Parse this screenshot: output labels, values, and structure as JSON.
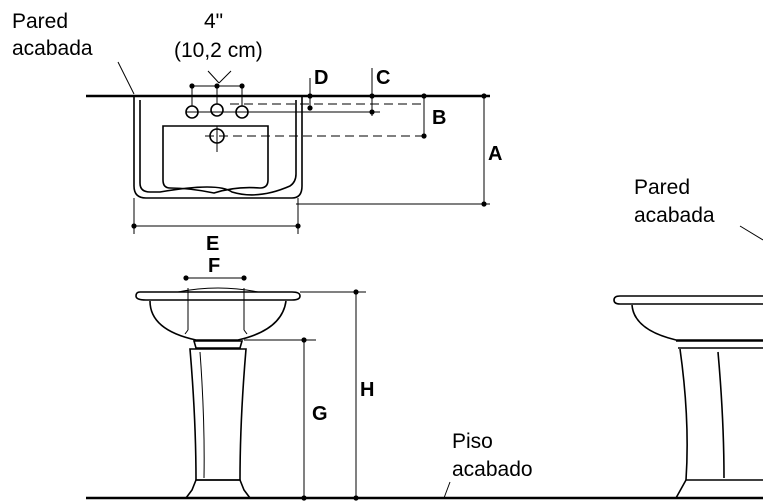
{
  "labels": {
    "wall_left_line1": "Pared",
    "wall_left_line2": "acabada",
    "spacing_line1": "4\"",
    "spacing_line2": "(10,2 cm)",
    "wall_right_line1": "Pared",
    "wall_right_line2": "acabada",
    "floor_line1": "Piso",
    "floor_line2": "acabado"
  },
  "dimensions": {
    "a": "A",
    "b": "B",
    "c": "C",
    "d": "D",
    "e": "E",
    "f": "F",
    "g": "G",
    "h": "H"
  }
}
